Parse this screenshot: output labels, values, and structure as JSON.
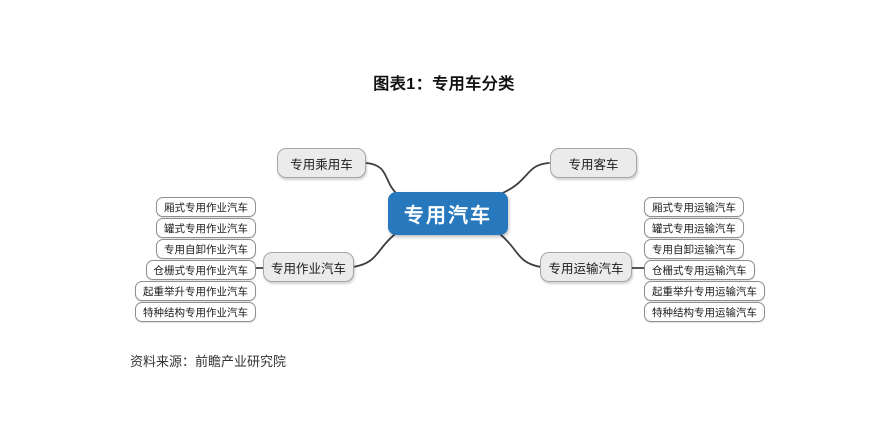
{
  "title": "图表1：专用车分类",
  "center": {
    "label": "专用汽车"
  },
  "branches": {
    "top_left": {
      "label": "专用乘用车"
    },
    "top_right": {
      "label": "专用客车"
    },
    "left": {
      "label": "专用作业汽车",
      "children": [
        "厢式专用作业汽车",
        "罐式专用作业汽车",
        "专用自卸作业汽车",
        "仓栅式专用作业汽车",
        "起重举升专用作业汽车",
        "特种结构专用作业汽车"
      ]
    },
    "right": {
      "label": "专用运输汽车",
      "children": [
        "厢式专用运输汽车",
        "罐式专用运输汽车",
        "专用自卸运输汽车",
        "仓栅式专用运输汽车",
        "起重举升专用运输汽车",
        "特种结构专用运输汽车"
      ]
    }
  },
  "source": "资料来源：前瞻产业研究院",
  "colors": {
    "center_fill": "#2878BE",
    "center_text": "#FFFFFF",
    "branch_fill": "#EBEBEB",
    "branch_border": "#A6A6A6",
    "leaf_fill": "#FFFFFF",
    "leaf_border": "#8F8F8F",
    "connector": "#3F3F3F",
    "text": "#1C1C1C"
  }
}
